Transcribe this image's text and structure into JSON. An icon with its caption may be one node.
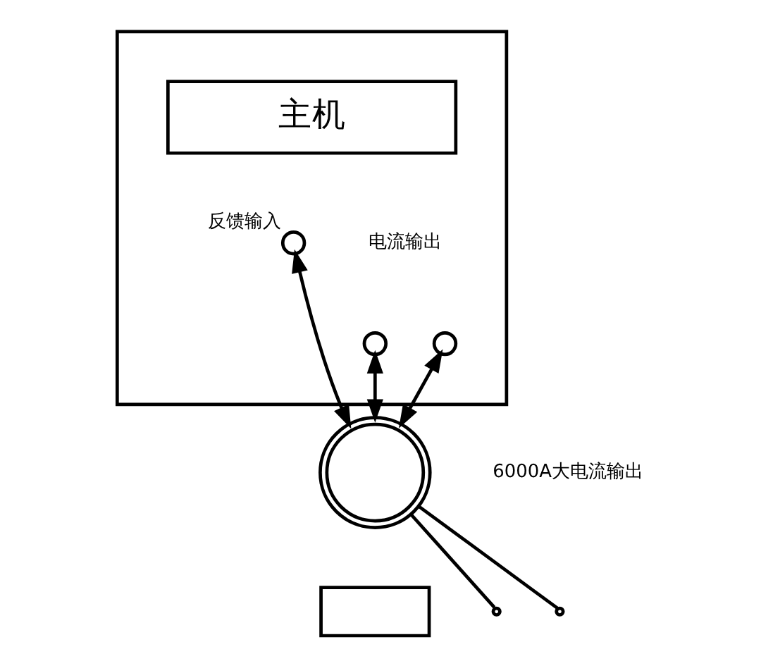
{
  "diagram": {
    "nodes": [
      {
        "text": [],
        "shape": "box"
      },
      {
        "text": [
          "主机"
        ],
        "in": 0
      },
      {
        "text": [
          "反馈输入"
        ],
        "in": 0
      },
      {
        "text": [],
        "shape": "circle",
        "in": 0
      },
      {
        "text": [],
        "shape": "circle",
        "in": 0
      },
      {
        "text": [],
        "shape": "circle"
      },
      {
        "text": [],
        "shape": "box"
      },
      {
        "text": [],
        "shape": "circle"
      },
      {
        "text": [],
        "shape": "circle"
      }
    ],
    "edges": [
      {
        "from": 2,
        "to": 5,
        "arrow": "both"
      },
      {
        "from": 3,
        "to": 5,
        "arrow": "both"
      },
      {
        "from": 4,
        "to": 5,
        "arrow": "both"
      },
      {
        "from": 5,
        "to": 7,
        "arrow": "none"
      },
      {
        "from": 5,
        "to": 8,
        "arrow": "none"
      }
    ],
    "labels": [
      "电流输出",
      "6000A大电流输出"
    ]
  }
}
